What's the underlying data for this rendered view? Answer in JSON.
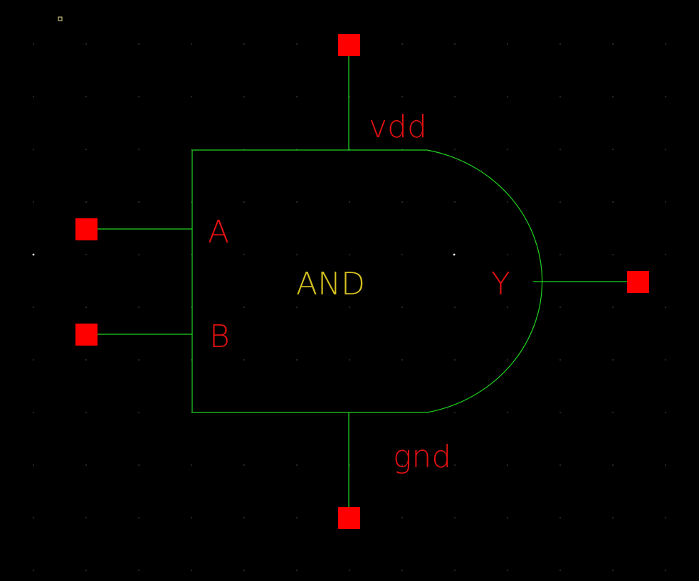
{
  "cell": {
    "name": "AND"
  },
  "pins": {
    "a": {
      "label": "A"
    },
    "b": {
      "label": "B"
    },
    "y": {
      "label": "Y"
    },
    "vdd": {
      "label": "vdd"
    },
    "gnd": {
      "label": "gnd"
    }
  },
  "colors": {
    "background": "#000000",
    "wire": "#1fd41f",
    "pin": "#ff0000",
    "pin_label": "#e01010",
    "cell_label": "#d4c020",
    "grid_dot": "#555555"
  }
}
